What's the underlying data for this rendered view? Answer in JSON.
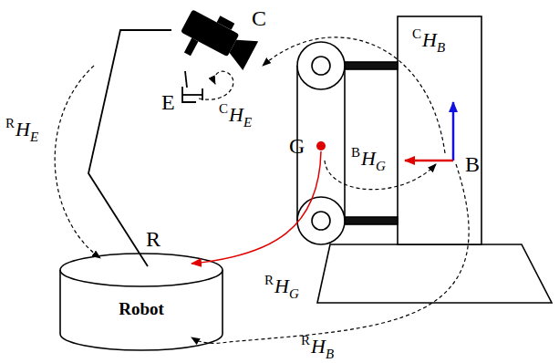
{
  "diagram": {
    "nodes": [
      {
        "text": [
          "Robot"
        ]
      }
    ],
    "labels": [
      "C",
      "E",
      "G",
      "B",
      "R",
      "CHB",
      "CHE",
      "BHG",
      "RHE",
      "RHG",
      "RHB"
    ]
  }
}
